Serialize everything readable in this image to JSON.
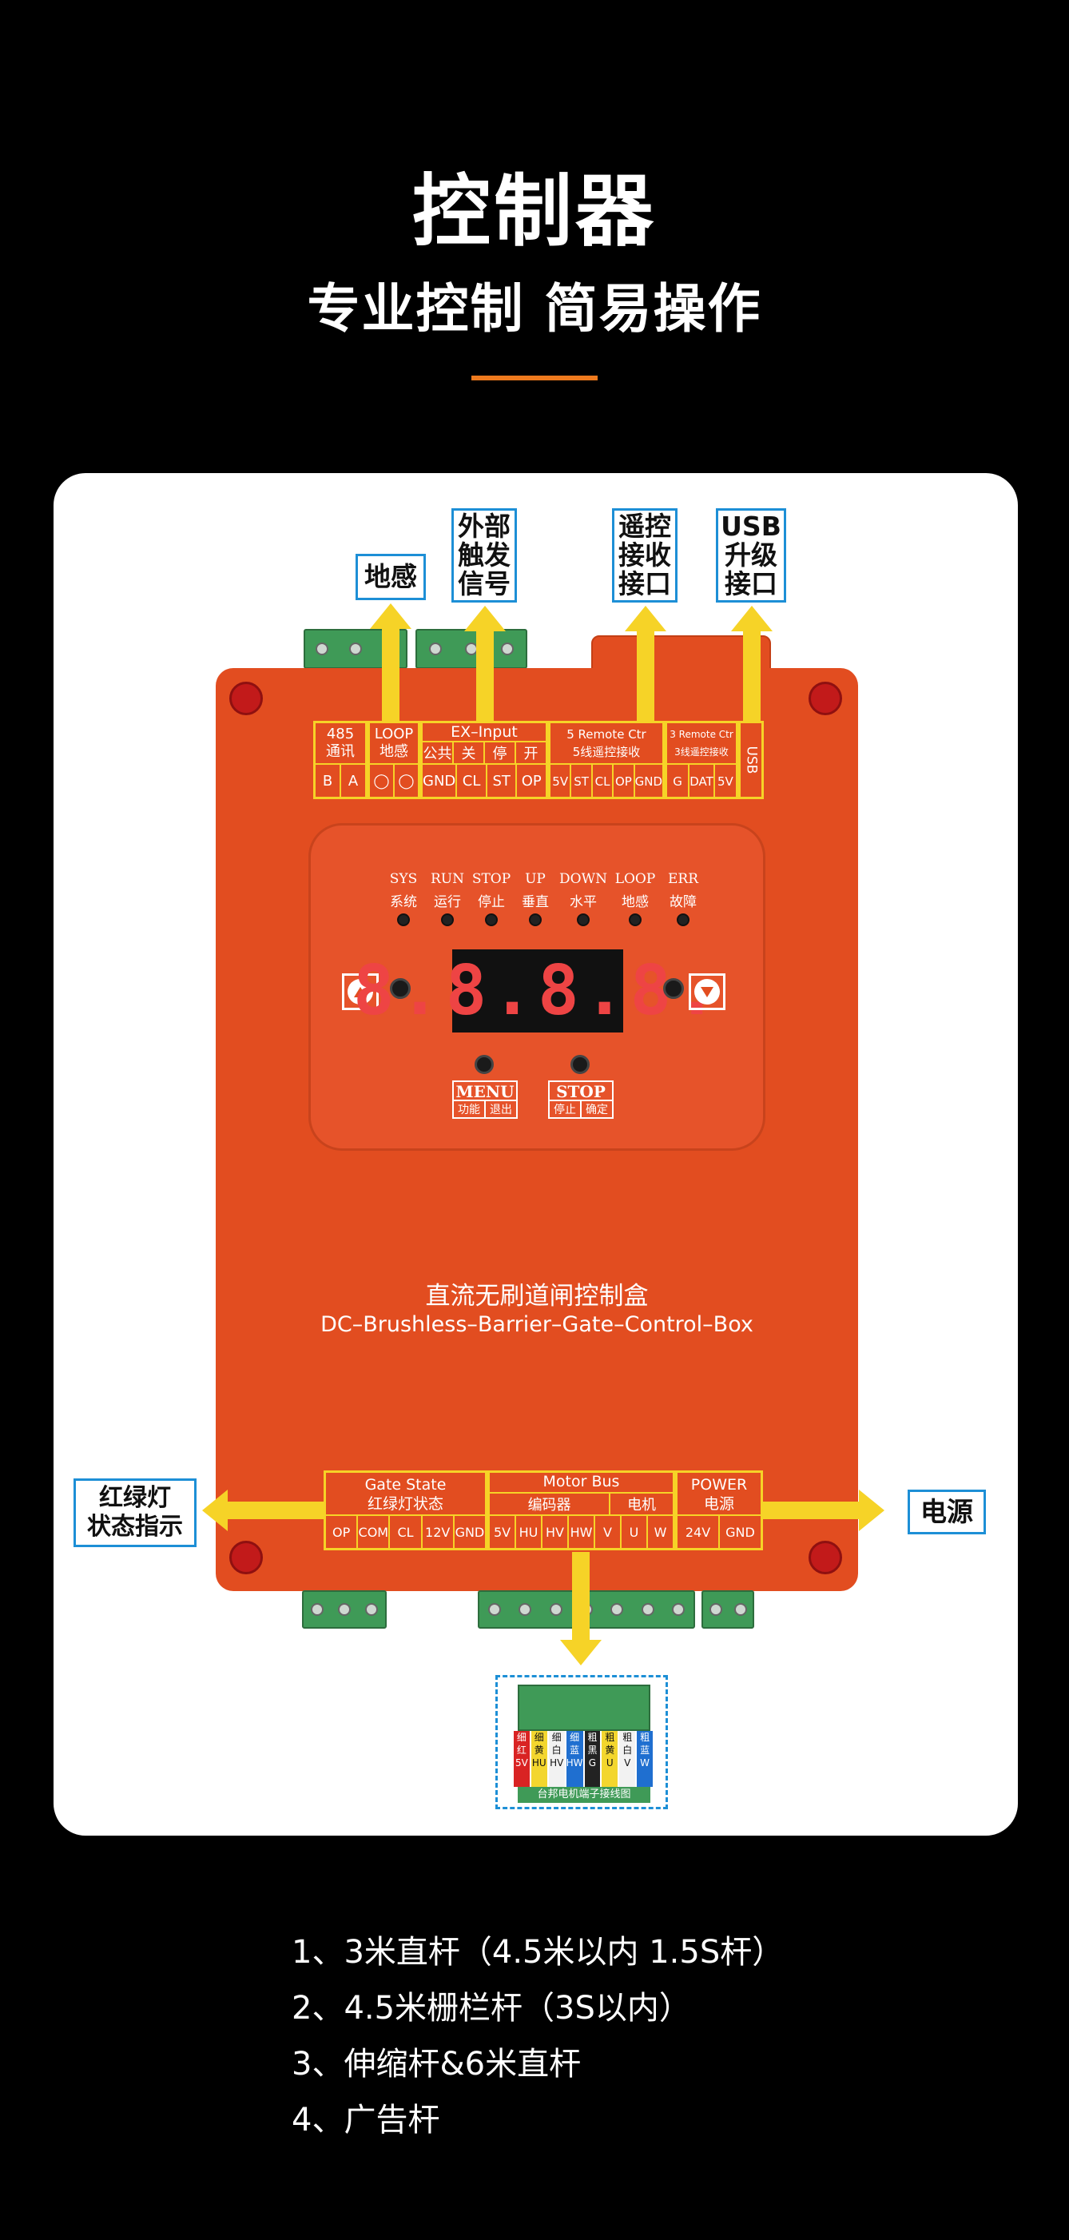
{
  "header": {
    "title": "控制器",
    "subtitle": "专业控制 简易操作"
  },
  "callouts": {
    "loop": "地感",
    "ex_input": "外部\n触发\n信号",
    "remote": "遥控\n接收\n接口",
    "usb": "USB\n升级\n接口",
    "traffic": "红绿灯\n状态指示",
    "power": "电源"
  },
  "terminals": {
    "rs485": {
      "title": "485\n通讯",
      "pins": [
        "B",
        "A"
      ]
    },
    "loop": {
      "title": "LOOP\n地感",
      "pins": [
        "◯",
        "◯"
      ]
    },
    "ex_input": {
      "title": "EX–Input",
      "sub": [
        "公共",
        "关",
        "停",
        "开"
      ],
      "pins": [
        "GND",
        "CL",
        "ST",
        "OP"
      ]
    },
    "remote5": {
      "title": "5 Remote Ctr\n5线遥控接收",
      "pins": [
        "5V",
        "ST",
        "CL",
        "OP",
        "GND"
      ]
    },
    "remote3": {
      "title": "3 Remote Ctr\n3线遥控接收",
      "pins": [
        "G",
        "DAT",
        "5V"
      ]
    },
    "usb": "USB",
    "gate_state": {
      "title": "Gate State\n红绿灯状态",
      "pins": [
        "OP",
        "COM",
        "CL",
        "12V",
        "GND"
      ]
    },
    "motor_bus": {
      "title": "Motor  Bus",
      "encoder": "编码器",
      "motor": "电机",
      "pins": [
        "5V",
        "HU",
        "HV",
        "HW",
        "V",
        "U",
        "W"
      ]
    },
    "power": {
      "title": "POWER\n电源",
      "pins": [
        "24V",
        "GND"
      ]
    }
  },
  "indicators": [
    {
      "en": "SYS",
      "cn": "系统"
    },
    {
      "en": "RUN",
      "cn": "运行"
    },
    {
      "en": "STOP",
      "cn": "停止"
    },
    {
      "en": "UP",
      "cn": "垂直"
    },
    {
      "en": "DOWN",
      "cn": "水平"
    },
    {
      "en": "LOOP",
      "cn": "地感"
    },
    {
      "en": "ERR",
      "cn": "故障"
    }
  ],
  "display": "8.8.8.8.",
  "buttons": {
    "menu": {
      "en": "MENU",
      "cn1": "功能",
      "cn2": "退出"
    },
    "stop": {
      "en": "STOP",
      "cn1": "停止",
      "cn2": "确定"
    }
  },
  "board_label": {
    "cn": "直流无刷道闸控制盒",
    "en": "DC–Brushless–Barrier–Gate–Control–Box"
  },
  "connector": {
    "wires": [
      "细\n红\n5V",
      "细\n黄\nHU",
      "细\n白\nHV",
      "细\n蓝\nHW",
      "粗\n黑\nG",
      "粗\n黄\nU",
      "粗\n白\nV",
      "粗\n蓝\nW"
    ],
    "caption": "台邦电机端子接线图"
  },
  "features": [
    "1、3米直杆（4.5米以内 1.5S杆）",
    "2、4.5米栅栏杆（3S以内）",
    "3、伸缩杆&6米直杆",
    "4、广告杆"
  ],
  "colors": {
    "board": "#e24d20",
    "accent": "#ee7a1e",
    "callout_border": "#1d8fd6",
    "arrow": "#f6d327"
  }
}
